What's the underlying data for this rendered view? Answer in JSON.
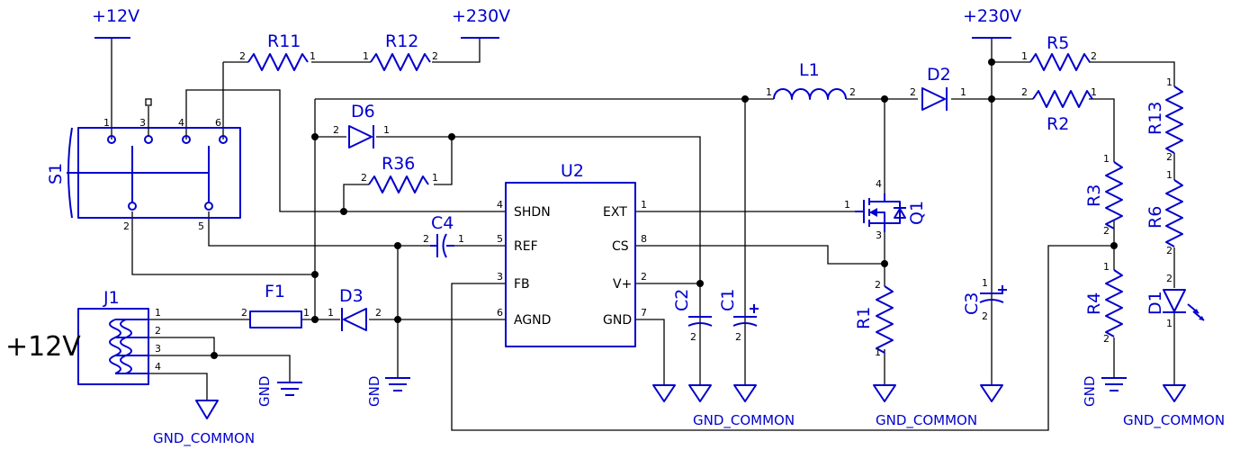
{
  "rails": {
    "v12": "+12V",
    "v230a": "+230V",
    "v230b": "+230V"
  },
  "refs": {
    "R11": "R11",
    "R12": "R12",
    "R36": "R36",
    "R5": "R5",
    "R2": "R2",
    "R13": "R13",
    "R3": "R3",
    "R6": "R6",
    "R4": "R4",
    "R1": "R1",
    "L1": "L1",
    "D2": "D2",
    "D6": "D6",
    "D3": "D3",
    "D1": "D1",
    "U2": "U2",
    "C4": "C4",
    "C1": "C1",
    "C2": "C2",
    "C3": "C3",
    "F1": "F1",
    "J1": "J1",
    "Q1": "Q1",
    "S1": "S1"
  },
  "u2_pins": {
    "shdn": "SHDN",
    "ref": "REF",
    "fb": "FB",
    "agnd": "AGND",
    "ext": "EXT",
    "cs": "CS",
    "vplus": "V+",
    "gnd": "GND"
  },
  "grounds": {
    "common_j1": "GND_COMMON",
    "common_mid": "GND_COMMON",
    "common_q": "GND_COMMON",
    "common_led": "GND_COMMON",
    "gnd": "GND"
  },
  "input_label": "+12V",
  "pins": [
    "1",
    "2",
    "3",
    "4",
    "5",
    "6",
    "7",
    "8"
  ]
}
